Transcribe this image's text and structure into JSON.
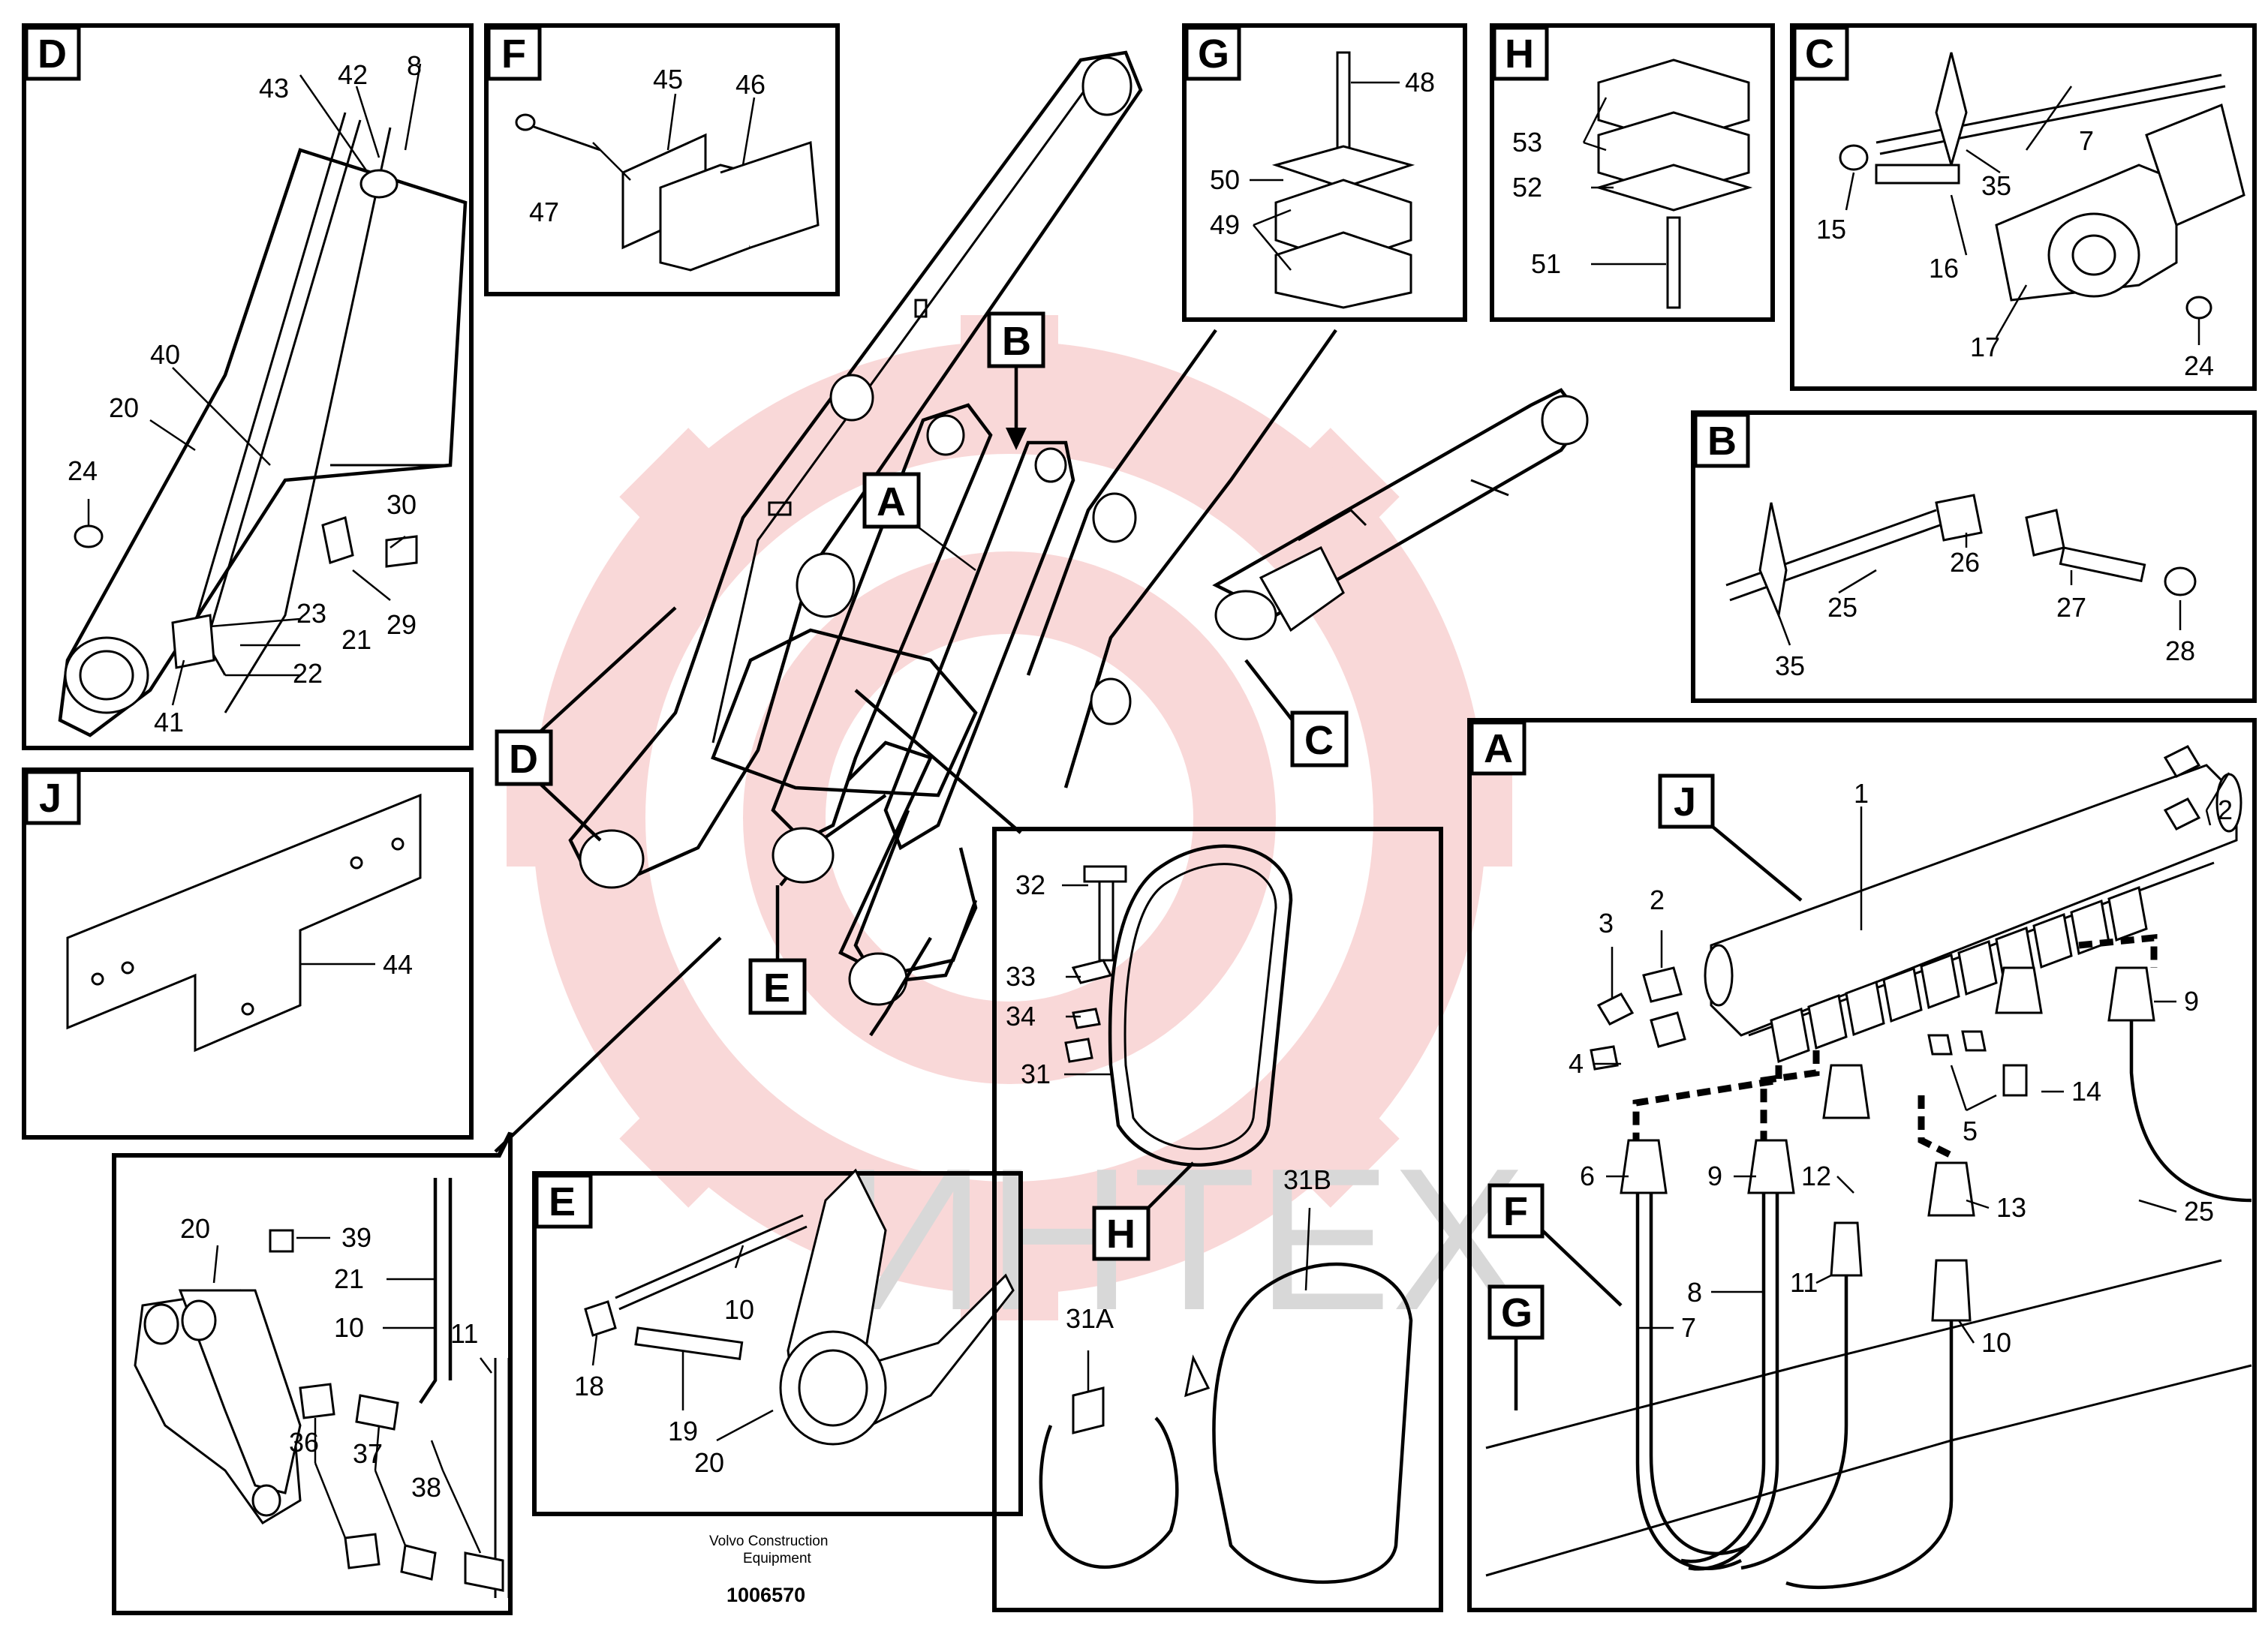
{
  "panels": {
    "D": {
      "letter": "D",
      "labels": [
        "43",
        "42",
        "8",
        "40",
        "20",
        "24",
        "30",
        "23",
        "21",
        "29",
        "22",
        "41"
      ]
    },
    "F": {
      "letter": "F",
      "labels": [
        "45",
        "46",
        "47"
      ]
    },
    "G": {
      "letter": "G",
      "labels": [
        "48",
        "50",
        "49"
      ]
    },
    "H_top": {
      "letter": "H",
      "labels": [
        "53",
        "52",
        "51"
      ]
    },
    "C": {
      "letter": "C",
      "labels": [
        "7",
        "35",
        "15",
        "16",
        "17",
        "24"
      ]
    },
    "B": {
      "letter": "B",
      "labels": [
        "25",
        "26",
        "27",
        "28",
        "35"
      ]
    },
    "J": {
      "letter": "J",
      "labels": [
        "44"
      ]
    },
    "A": {
      "letter": "A",
      "sub_letters": [
        "J",
        "F",
        "G"
      ],
      "labels": [
        "1",
        "2",
        "2",
        "3",
        "4",
        "9",
        "14",
        "5",
        "6",
        "9",
        "12",
        "13",
        "8",
        "11",
        "7",
        "10",
        "25"
      ]
    },
    "E_detail": {
      "labels": [
        "20",
        "39",
        "21",
        "10",
        "11",
        "36",
        "37",
        "38"
      ]
    },
    "E": {
      "letter": "E",
      "labels": [
        "10",
        "18",
        "19",
        "20"
      ]
    },
    "H_mid": {
      "labels": [
        "32",
        "33",
        "34",
        "31",
        "31B",
        "31A"
      ],
      "letter": "H"
    }
  },
  "callouts": {
    "A": "A",
    "B": "B",
    "C": "C",
    "D": "D",
    "E": "E"
  },
  "watermark": "ИНТЕХ",
  "footer": {
    "company_line1": "Volvo Construction",
    "company_line2": "Equipment",
    "doc_number": "1006570"
  },
  "colors": {
    "watermark_gear": "#f4c0c0",
    "ink": "#000000",
    "background": "#ffffff"
  }
}
